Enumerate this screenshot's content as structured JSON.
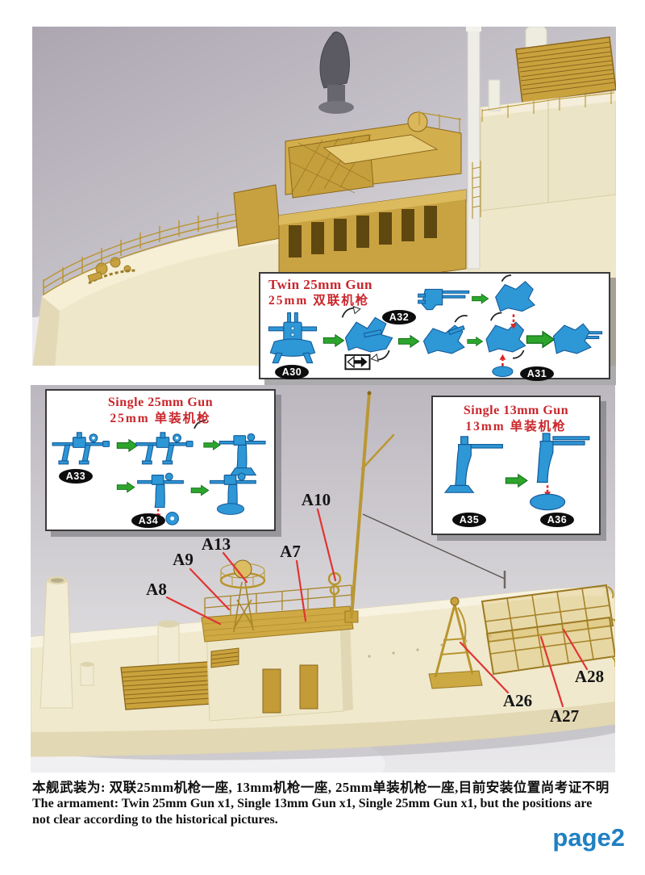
{
  "page": {
    "label": "page2"
  },
  "insets": {
    "twin25": {
      "title_en": "Twin 25mm Gun",
      "title_zh": "25mm 双联机枪",
      "callouts": {
        "a30": "A30",
        "a32": "A32",
        "a31": "A31"
      }
    },
    "single25": {
      "title_en": "Single 25mm Gun",
      "title_zh": "25mm 单装机枪",
      "callouts": {
        "a33": "A33",
        "a34": "A34"
      }
    },
    "single13": {
      "title_en": "Single 13mm Gun",
      "title_zh": "13mm 单装机枪",
      "callouts": {
        "a35": "A35",
        "a36": "A36"
      }
    }
  },
  "part_labels": {
    "a10": "A10",
    "a13": "A13",
    "a9": "A9",
    "a7": "A7",
    "a8": "A8",
    "a26": "A26",
    "a27": "A27",
    "a28": "A28"
  },
  "footer": {
    "zh": "本舰武装为: 双联25mm机枪一座, 13mm机枪一座, 25mm单装机枪一座,目前安装位置尚考证不明",
    "en_line1": "The armament: Twin 25mm Gun x1, Single 13mm Gun x1, Single 25mm Gun x1, but the positions are",
    "en_line2": "not clear according to the historical pictures."
  },
  "colors": {
    "title_red": "#c9262c",
    "part_blue": "#2e97d6",
    "arrow_green": "#2da52d",
    "leader_red": "#e03434",
    "page_blue": "#2080c2",
    "brass": "#c9a23e"
  }
}
